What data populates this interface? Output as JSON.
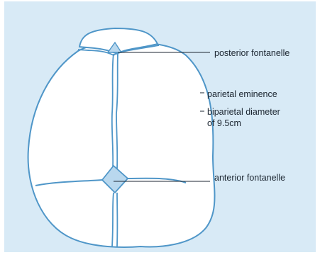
{
  "labels": {
    "posterior_fontanelle": "posterior fontanelle",
    "parietal_eminence": "parietal eminence",
    "biparietal_line1": "biparietal diameter",
    "biparietal_line2": "of 9.5cm",
    "anterior_fontanelle": "anterior fontanelle"
  },
  "colors": {
    "background_panel": "#d8eaf6",
    "bone_fill": "#ffffff",
    "suture_stroke": "#4f96c8",
    "fontanelle_fill": "#b9d8ee",
    "leader_line": "#1b2530"
  }
}
